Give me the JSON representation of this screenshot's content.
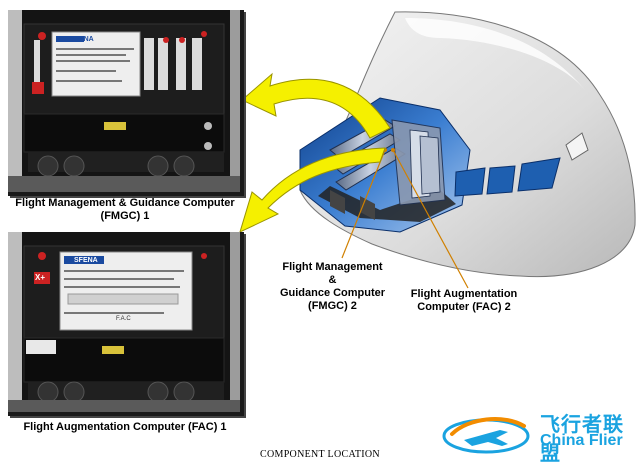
{
  "captions": {
    "fmgc1": [
      "Flight Management & Guidance Computer",
      "(FMGC) 1"
    ],
    "fac1": "Flight Augmentation Computer (FAC) 1",
    "fmgc2": [
      "Flight Management",
      "&",
      "Guidance Computer",
      "(FMGC) 2"
    ],
    "fac2": [
      "Flight Augmentation",
      "Computer (FAC) 2"
    ]
  },
  "footer": "COMPONENT LOCATION",
  "unit_labels": {
    "fmgc1_brand": "SFENA",
    "fac1_brand": "SFENA",
    "fac1_code": "F.A.C",
    "fac1_side": "X+"
  },
  "watermark": {
    "cn": "飞行者联盟",
    "en": "China Flier"
  },
  "colors": {
    "arrow_fill": "#f5f000",
    "leader_line": "#d08000",
    "cockpit_blue": "#1e5fb0",
    "brand_blue": "#1aa3e0"
  }
}
